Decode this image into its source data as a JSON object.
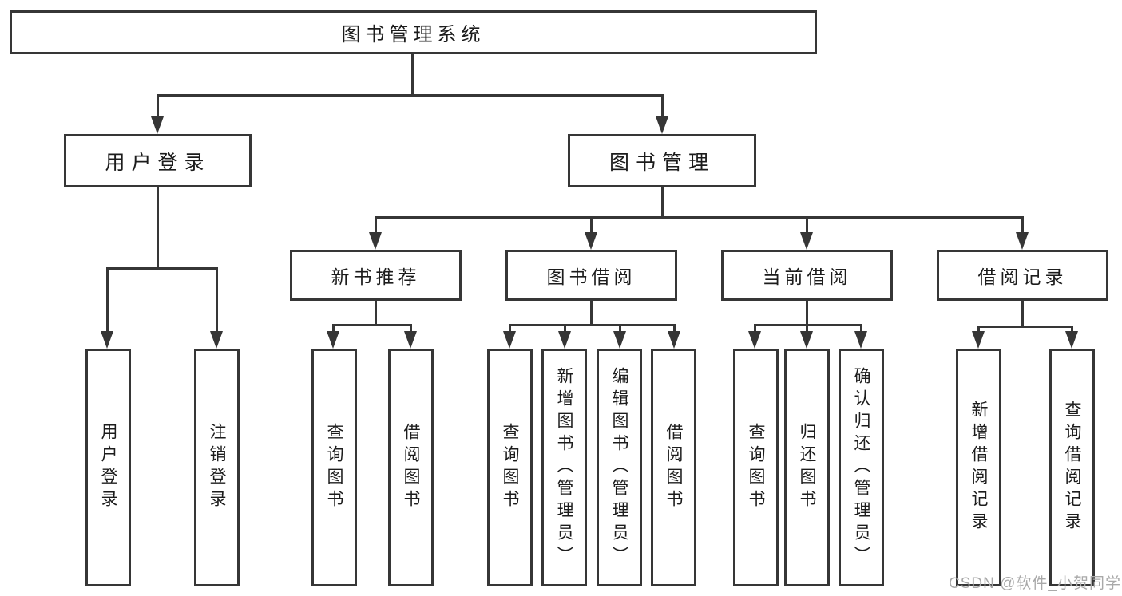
{
  "diagram": {
    "root": "图书管理系统",
    "branches": [
      {
        "label": "用户登录",
        "leaves": [
          "用户登录",
          "注销登录"
        ]
      },
      {
        "label": "图书管理",
        "children": [
          {
            "label": "新书推荐",
            "leaves": [
              "查询图书",
              "借阅图书"
            ]
          },
          {
            "label": "图书借阅",
            "leaves": [
              "查询图书",
              "新增图书（管理员）",
              "编辑图书（管理员）",
              "借阅图书"
            ]
          },
          {
            "label": "当前借阅",
            "leaves": [
              "查询图书",
              "归还图书",
              "确认归还（管理员）"
            ]
          },
          {
            "label": "借阅记录",
            "leaves": [
              "新增借阅记录",
              "查询借阅记录"
            ]
          }
        ]
      }
    ]
  },
  "watermark": "CSDN @软件_小贺同学",
  "colors": {
    "line": "#363636",
    "text": "#1c1c1c",
    "watermark": "#a9a9a9",
    "background": "#ffffff"
  }
}
